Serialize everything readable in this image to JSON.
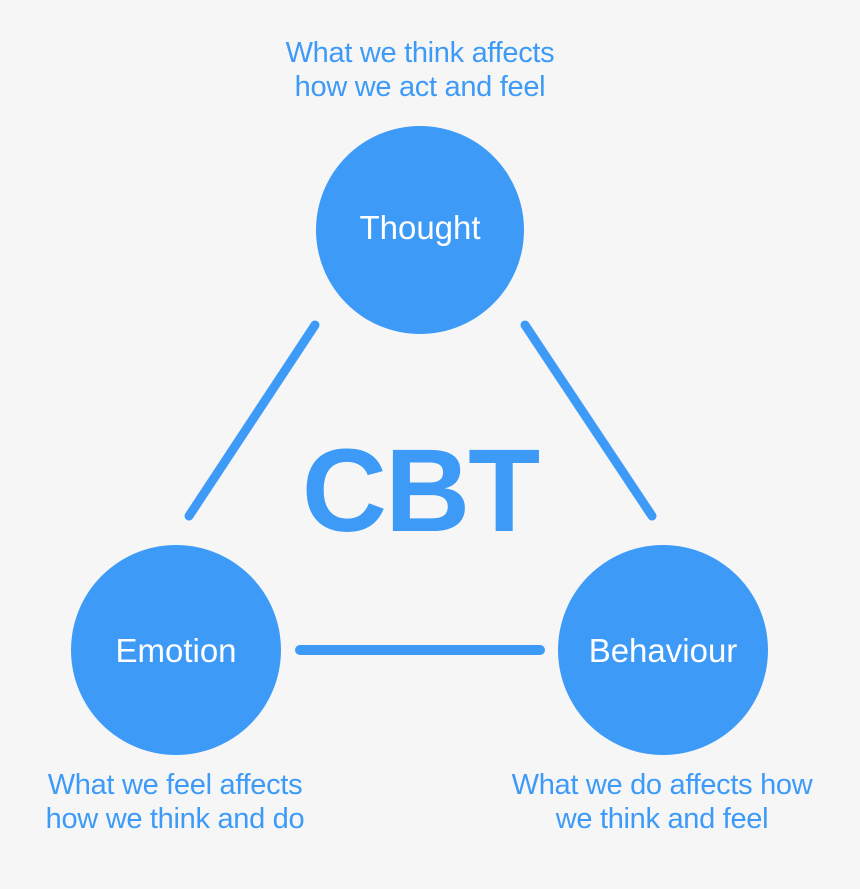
{
  "colors": {
    "background": "#f6f6f7",
    "accent": "#3d9bf7",
    "caption_text": "#3d9bf7",
    "node_text": "#ffffff"
  },
  "title": "CBT",
  "nodes": [
    {
      "id": "thought",
      "label": "Thought",
      "caption": [
        "What we think affects",
        "how we act and feel"
      ]
    },
    {
      "id": "emotion",
      "label": "Emotion",
      "caption": [
        "What we feel affects",
        "how we think and do"
      ]
    },
    {
      "id": "behaviour",
      "label": "Behaviour",
      "caption": [
        "What we do affects how",
        "we think and feel"
      ]
    }
  ],
  "edges": [
    {
      "from": "thought",
      "to": "emotion"
    },
    {
      "from": "thought",
      "to": "behaviour"
    },
    {
      "from": "emotion",
      "to": "behaviour"
    }
  ]
}
